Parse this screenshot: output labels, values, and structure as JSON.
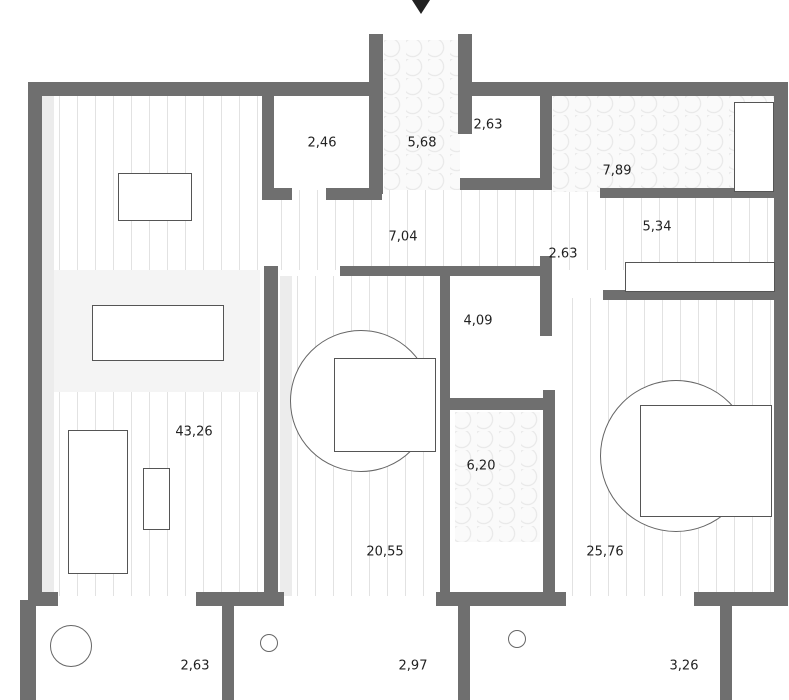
{
  "plan": {
    "entrance_marker": "entrance-arrow",
    "rooms": [
      {
        "id": "living-kitchen",
        "area": "43,26"
      },
      {
        "id": "wc",
        "area": "2,46"
      },
      {
        "id": "vestibule",
        "area": "5,68"
      },
      {
        "id": "wc-2",
        "area": "2,63"
      },
      {
        "id": "bathroom",
        "area": "7,89"
      },
      {
        "id": "hall",
        "area": "7,04"
      },
      {
        "id": "corridor",
        "area": "2.63"
      },
      {
        "id": "wardrobe",
        "area": "5,34"
      },
      {
        "id": "closet",
        "area": "4,09"
      },
      {
        "id": "shower-room",
        "area": "6,20"
      },
      {
        "id": "bedroom",
        "area": "20,55"
      },
      {
        "id": "master-bedroom",
        "area": "25,76"
      },
      {
        "id": "balcony-1",
        "area": "2,63"
      },
      {
        "id": "balcony-2",
        "area": "2,97"
      },
      {
        "id": "balcony-3",
        "area": "3,26"
      }
    ]
  }
}
